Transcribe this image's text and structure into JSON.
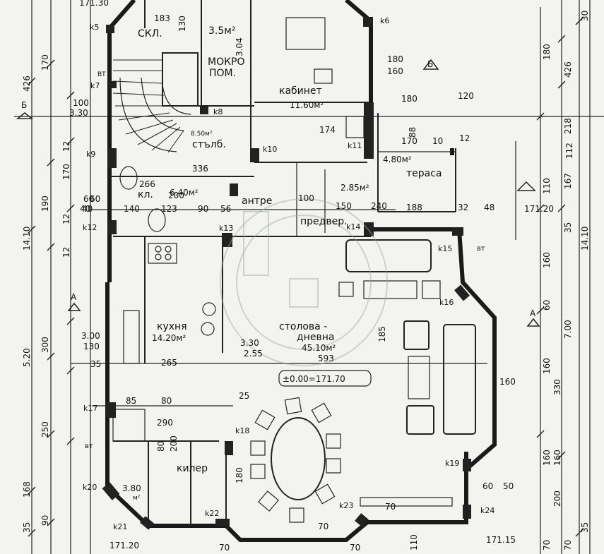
{
  "rooms": {
    "skl": "СКЛ.",
    "mokro": "МОКРО",
    "pom": "ПОМ.",
    "kabinet": "кабинет",
    "kabinet_area": "11.60м²",
    "stalbishte": "стълб.",
    "stair_area": "8.50м²",
    "kl": "кл.",
    "antre": "антре",
    "antre_area": "6.40м²",
    "predver": "предвер.",
    "predver_area": "2.85м²",
    "terasa": "тераса",
    "terasa_area": "4.80м²",
    "kuhnya": "кухня",
    "kuhnya_area": "14.20м²",
    "stolova": "столова -",
    "dnevna": "дневна",
    "stolova_area": "45.10м²",
    "kiler": "килер",
    "kiler_area": "3.80",
    "kiler_unit": "м²",
    "mokro_area": "3.5м²"
  },
  "columns": [
    "k5",
    "k6",
    "k7",
    "k8",
    "k9",
    "k10",
    "k11",
    "k12",
    "k13",
    "k14",
    "k15",
    "k16",
    "k17",
    "k18",
    "k19",
    "k20",
    "k21",
    "k22",
    "k23",
    "k24"
  ],
  "levels": {
    "top": "171.30",
    "terrace": "171.20",
    "zero": "±0.00=171.70",
    "bottom_left": "171.20",
    "bottom_right": "171.15"
  },
  "sections": {
    "a": "A",
    "b": "Б"
  },
  "dims_left_outer": [
    "426",
    "14.10",
    "5.20",
    "168",
    "35"
  ],
  "dims_left_mid": [
    "170",
    "190",
    "300",
    "250",
    "90"
  ],
  "dims_left_inner": [
    "100",
    "3.30",
    "12",
    "170",
    "60",
    "40",
    "12",
    "12",
    "3.00",
    "130",
    "35"
  ],
  "dims_right_outer": [
    "30",
    "426",
    "14.10",
    "7.00",
    "35"
  ],
  "dims_right_mid": [
    "180",
    "218",
    "167",
    "110",
    "160",
    "160",
    "330",
    "160",
    "200",
    "70"
  ],
  "dims_right_inner": [
    "112",
    "35",
    "60",
    "160",
    "160",
    "60",
    "50",
    "70"
  ],
  "dims_top": [
    "183",
    "130",
    "3.04",
    "180",
    "160",
    "180",
    "120",
    "174",
    "170",
    "88",
    "12",
    "10"
  ],
  "dims_mid": [
    "336",
    "266",
    "200",
    "90",
    "56",
    "100",
    "150",
    "240",
    "188",
    "32",
    "48",
    "60",
    "40",
    "140",
    "123"
  ],
  "dims_kitchen": [
    "265",
    "593",
    "3.30",
    "2.55",
    "185",
    "25",
    "85",
    "80",
    "290",
    "80",
    "200",
    "180",
    "70",
    "70",
    "70",
    "110",
    "70"
  ],
  "misc": [
    "BT",
    "вт",
    "вт"
  ]
}
